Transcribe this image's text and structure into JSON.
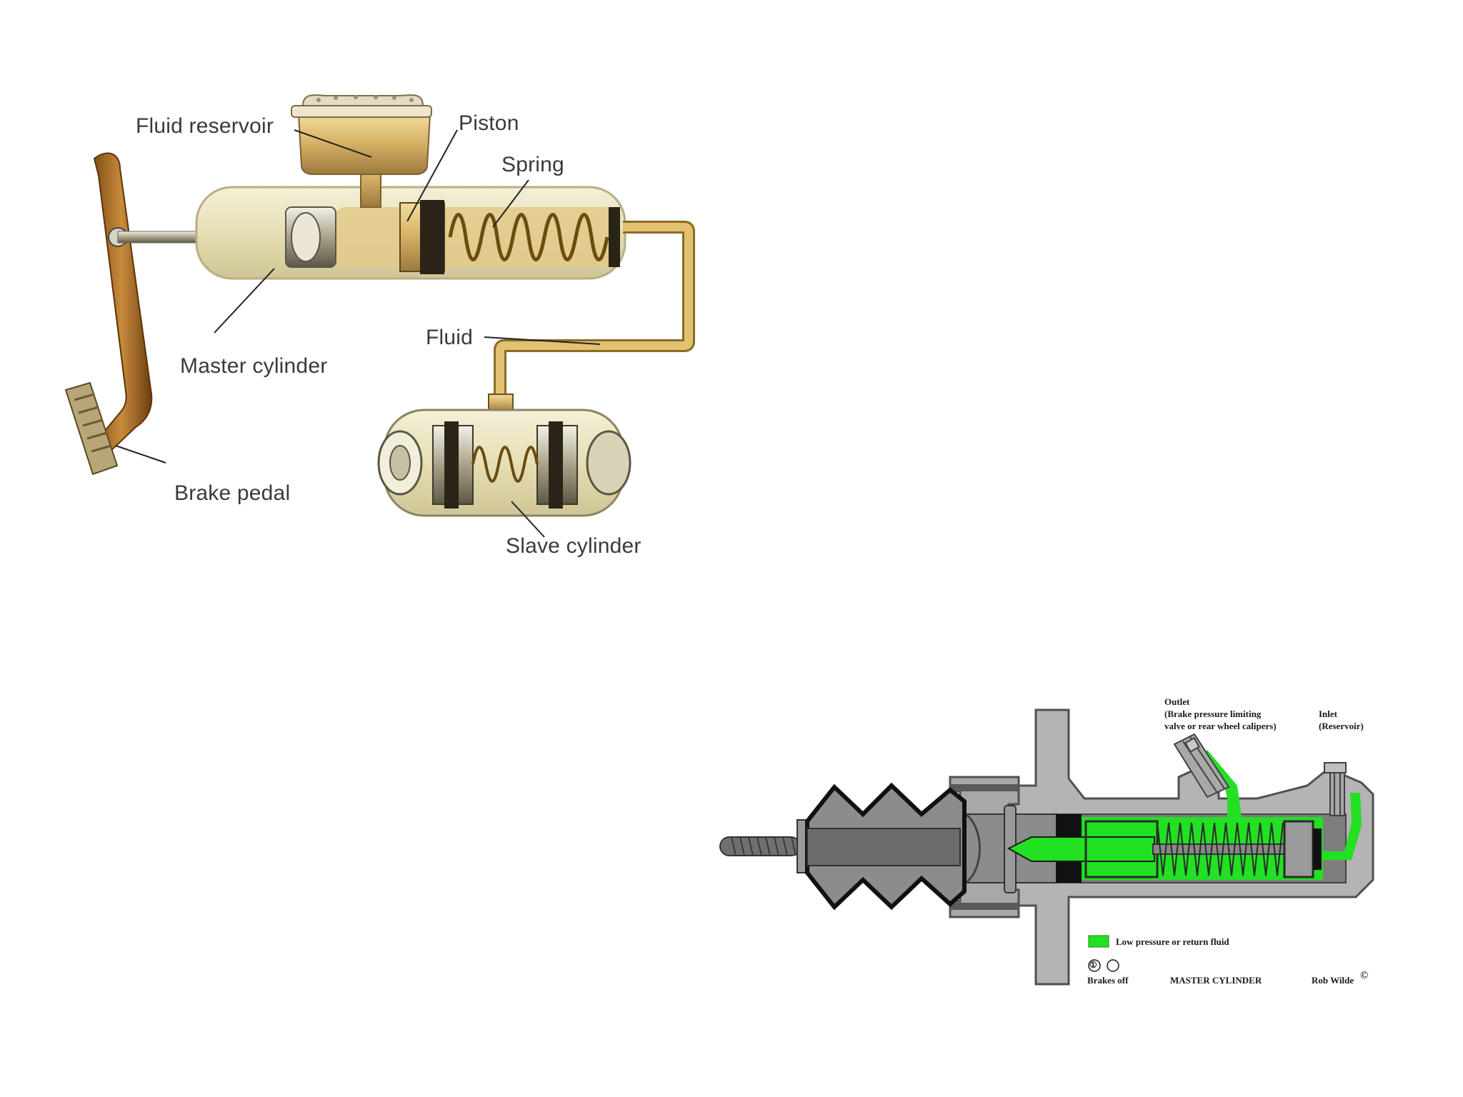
{
  "diagram1": {
    "labels": {
      "fluid_reservoir": "Fluid reservoir",
      "piston": "Piston",
      "spring": "Spring",
      "master_cylinder": "Master cylinder",
      "fluid": "Fluid",
      "brake_pedal": "Brake pedal",
      "slave_cylinder": "Slave cylinder"
    }
  },
  "diagram2": {
    "labels": {
      "outlet_line1": "Outlet",
      "outlet_line2": "(Brake pressure limiting",
      "outlet_line3": "valve or rear wheel calipers)",
      "inlet_line1": "Inlet",
      "inlet_line2": "(Reservoir)",
      "legend_text": "Low pressure or return fluid",
      "state_icon_numeral": "①",
      "state_text": "Brakes off",
      "title": "MASTER CYLINDER",
      "credit": "Rob Wilde",
      "copyright": "©"
    },
    "colors": {
      "low_pressure_fluid": "#22e022",
      "body": "#b4b4b4",
      "body_dark": "#7e7e7e"
    }
  }
}
